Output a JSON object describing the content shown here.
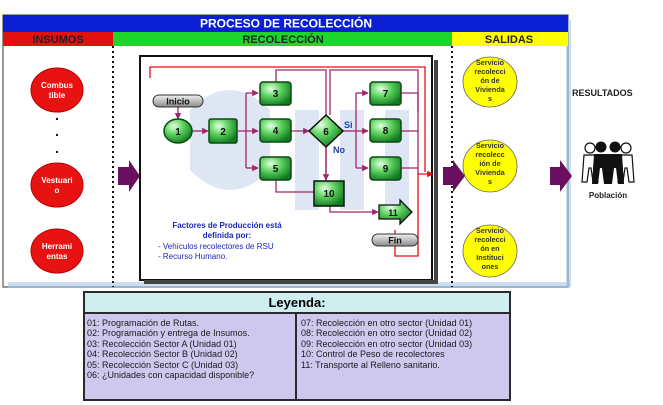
{
  "header": {
    "title": "PROCESO DE RECOLECCIÓN",
    "col_insumos": "INSUMOS",
    "col_recoleccion": "RECOLECCIÓN",
    "col_salidas": "SALIDAS",
    "resultados": "RESULTADOS"
  },
  "colors": {
    "title_bar": "#0a1fd1",
    "insumos_bar": "#e21010",
    "recoleccion_bar": "#1fd42a",
    "salidas_bar": "#ffff00",
    "red_node": "#e81212",
    "green_node": "#22bb33",
    "yellow_node": "#ffff00",
    "arrow": "#6a0f5e",
    "connector": "#a0266a"
  },
  "inputs": [
    {
      "line1": "Combus",
      "line2": "tible"
    },
    {
      "line1": "Vestuari",
      "line2": "o"
    },
    {
      "line1": "Herrami",
      "line2": "entas"
    }
  ],
  "input_dots": ".",
  "flow": {
    "start_label": "Inicio",
    "end_label": "Fin",
    "nodes": [
      "1",
      "2",
      "3",
      "4",
      "5",
      "6",
      "7",
      "8",
      "9",
      "10",
      "11"
    ],
    "decision_yes": "Si",
    "decision_no": "No",
    "factors_title": [
      "Factores de Producción está",
      "definida por:"
    ],
    "factors_items": [
      "- Vehículos recolectores de RSU",
      "- Recurso Humano."
    ]
  },
  "outputs": [
    {
      "lines": [
        "Servicio",
        "recolecci",
        "ón de",
        "Vivienda",
        "s"
      ]
    },
    {
      "lines": [
        "Servicio",
        "recolecc",
        "ión de",
        "Vivienda",
        "s"
      ]
    },
    {
      "lines": [
        "Servicio",
        "recolecci",
        "ón en",
        "Instituci",
        "ones"
      ]
    }
  ],
  "result": {
    "label": "Población",
    "icon": "people-group-icon"
  },
  "legend": {
    "title": "Leyenda:",
    "left": [
      "01: Programación de Rutas.",
      "02: Programación y entrega de Insumos.",
      "03: Recolección Sector A (Unidad 01)",
      "04: Recolección Sector B (Unidad 02)",
      "05: Recolección Sector C (Unidad 03)",
      "06: ¿Unidades con capacidad disponible?"
    ],
    "right": [
      "07: Recolección en otro sector (Unidad 01)",
      "08: Recolección en otro sector (Unidad 02)",
      "09: Recolección en otro sector (Unidad 03)",
      "10: Control de Peso de recolectores",
      "11: Transporte al Relleno sanitario."
    ]
  }
}
